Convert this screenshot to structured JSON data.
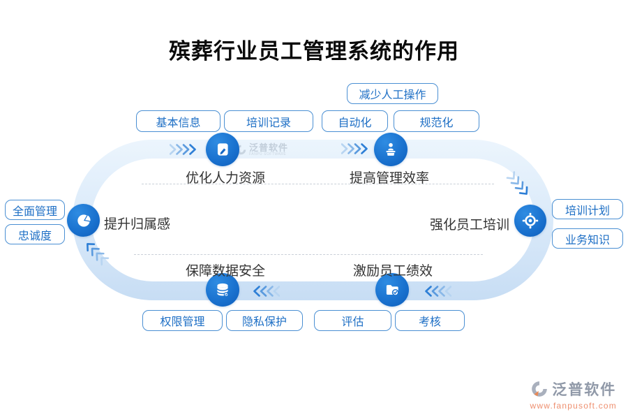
{
  "title": "殡葬行业员工管理系统的作用",
  "diagram": {
    "nodes": {
      "optimize_hr": {
        "label": "优化人力资源"
      },
      "efficiency": {
        "label": "提高管理效率"
      },
      "training": {
        "label": "强化员工培训"
      },
      "performance": {
        "label": "激励员工绩效"
      },
      "data_security": {
        "label": "保障数据安全"
      },
      "belonging": {
        "label": "提升归属感"
      }
    },
    "tags": {
      "reduce_manual": "减少人工操作",
      "basic_info": "基本信息",
      "training_record": "培训记录",
      "automation": "自动化",
      "standardization": "规范化",
      "full_management": "全面管理",
      "loyalty": "忠诚度",
      "training_plan": "培训计划",
      "business_knowledge": "业务知识",
      "permission": "权限管理",
      "privacy": "隐私保护",
      "evaluation": "评估",
      "assessment": "考核"
    }
  },
  "watermark": {
    "brand": "泛普软件",
    "subtext": "FANPU SOFTWARE"
  },
  "footer": {
    "brand": "泛普软件",
    "url": "www.fanpusoft.com"
  },
  "colors": {
    "accent": "#1a72cf",
    "tag_border": "#4a8fd3",
    "tag_text": "#1e6fc5",
    "track": "#d9e9f9",
    "label_text": "#333333",
    "footer_url": "#ee8f6f",
    "title": "#0a0a0a"
  }
}
